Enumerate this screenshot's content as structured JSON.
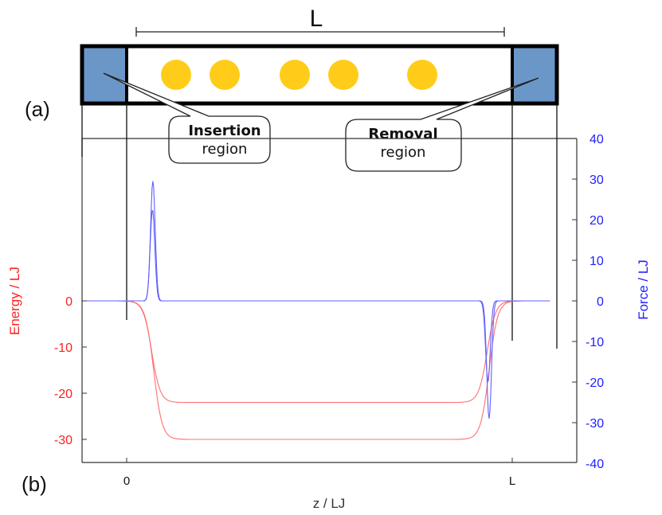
{
  "panel_labels": {
    "a": "(a)",
    "b": "(b)"
  },
  "schematic": {
    "length_label": "L",
    "callouts": [
      {
        "id": "insertion",
        "bold": "Insertion",
        "normal": "region"
      },
      {
        "id": "removal",
        "bold": "Removal",
        "normal": "region"
      }
    ],
    "particle_count": 5,
    "colors": {
      "region": "#6b97c8",
      "particle": "#ffcc1a",
      "frame": "#000000"
    }
  },
  "chart_data": {
    "type": "line",
    "xlabel": "z / LJ",
    "ylabel_left": "Energy / LJ",
    "ylabel_right": "Force / LJ",
    "x_ticks": [
      "0",
      "L"
    ],
    "y_left": {
      "ticks": [
        "0",
        "-10",
        "-20",
        "-30"
      ],
      "values": [
        0,
        -10,
        -20,
        -30
      ],
      "range": [
        -35,
        35
      ]
    },
    "y_right": {
      "ticks": [
        "40",
        "30",
        "20",
        "10",
        "0",
        "-10",
        "-20",
        "-30",
        "-40"
      ],
      "values": [
        40,
        30,
        20,
        10,
        0,
        -10,
        -20,
        -30,
        -40
      ],
      "range": [
        -40,
        40
      ]
    },
    "x_range": [
      -0.12,
      1.12
    ],
    "series": [
      {
        "axis": "left",
        "color": "#ff6b6b",
        "plateau": -22,
        "entry_center": 0.065,
        "exit_center": 0.935
      },
      {
        "axis": "left",
        "color": "#ff6b6b",
        "plateau": -30,
        "entry_center": 0.07,
        "exit_center": 0.94
      },
      {
        "axis": "right",
        "color": "#5a5aff",
        "entry_peak": 22.5,
        "exit_peak": -20,
        "center_in": 0.067,
        "center_out": 0.937
      },
      {
        "axis": "right",
        "color": "#5a5aff",
        "entry_peak": 29.5,
        "exit_peak": -29,
        "center_in": 0.068,
        "center_out": 0.94
      }
    ],
    "grid": false,
    "colors": {
      "energy": "#ff2020",
      "force": "#1f1fff"
    }
  }
}
